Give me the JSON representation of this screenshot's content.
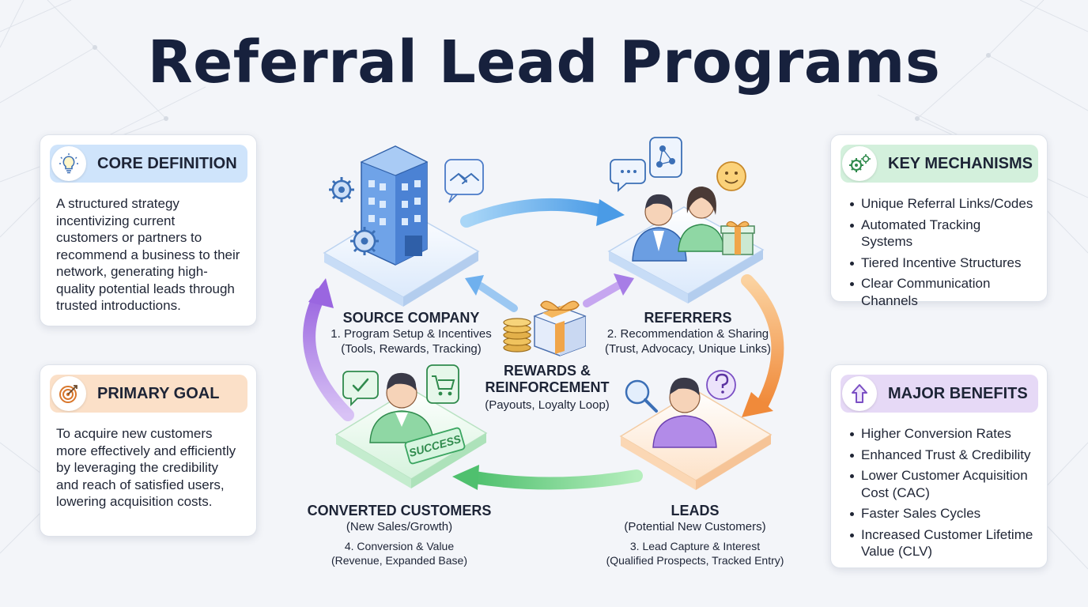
{
  "title": "Referral Lead Programs",
  "cards": {
    "core_definition": {
      "title": "CORE DEFINITION",
      "icon": "lightbulb-icon",
      "accent": "#cfe4fb",
      "text": "A structured strategy incentivizing current customers or partners to recommend a business to their network, generating high-quality potential leads through trusted introductions."
    },
    "primary_goal": {
      "title": "PRIMARY GOAL",
      "icon": "target-icon",
      "accent": "#fbe0c8",
      "text": "To acquire new customers more effectively and efficiently by leveraging the credibility and reach of satisfied users, lowering acquisition costs."
    },
    "key_mechanisms": {
      "title": "KEY MECHANISMS",
      "icon": "gears-icon",
      "accent": "#d3f0dc",
      "items": [
        "Unique Referral Links/Codes",
        "Automated Tracking Systems",
        "Tiered Incentive Structures",
        "Clear Communication Channels"
      ]
    },
    "major_benefits": {
      "title": "MAJOR BENEFITS",
      "icon": "arrow-up-icon",
      "accent": "#e6d9f6",
      "items": [
        "Higher Conversion Rates",
        "Enhanced Trust & Credibility",
        "Lower Customer Acquisition Cost (CAC)",
        "Faster Sales Cycles",
        "Increased Customer Lifetime Value (CLV)"
      ]
    }
  },
  "cycle": {
    "source": {
      "name": "SOURCE COMPANY",
      "step": "1. Program Setup & Incentives",
      "detail": "(Tools, Rewards, Tracking)"
    },
    "referrers": {
      "name": "REFERRERS",
      "step": "2. Recommendation & Sharing",
      "detail": "(Trust, Advocacy, Unique Links)"
    },
    "leads": {
      "name": "LEADS",
      "subtitle": "(Potential New Customers)",
      "step": "3. Lead Capture & Interest",
      "detail": "(Qualified Prospects, Tracked Entry)"
    },
    "converted": {
      "name": "CONVERTED CUSTOMERS",
      "subtitle": "(New Sales/Growth)",
      "step": "4. Conversion & Value",
      "detail": "(Revenue, Expanded Base)"
    },
    "rewards": {
      "line1": "REWARDS &",
      "line2": "REINFORCEMENT",
      "detail": "(Payouts, Loyalty Loop)"
    },
    "success_badge": "SUCCESS"
  },
  "colors": {
    "title": "#17213d",
    "arrow_blue": "#5aa9ec",
    "arrow_orange": "#f3a65a",
    "arrow_green": "#6fcf8a",
    "arrow_purple": "#a77de6"
  }
}
